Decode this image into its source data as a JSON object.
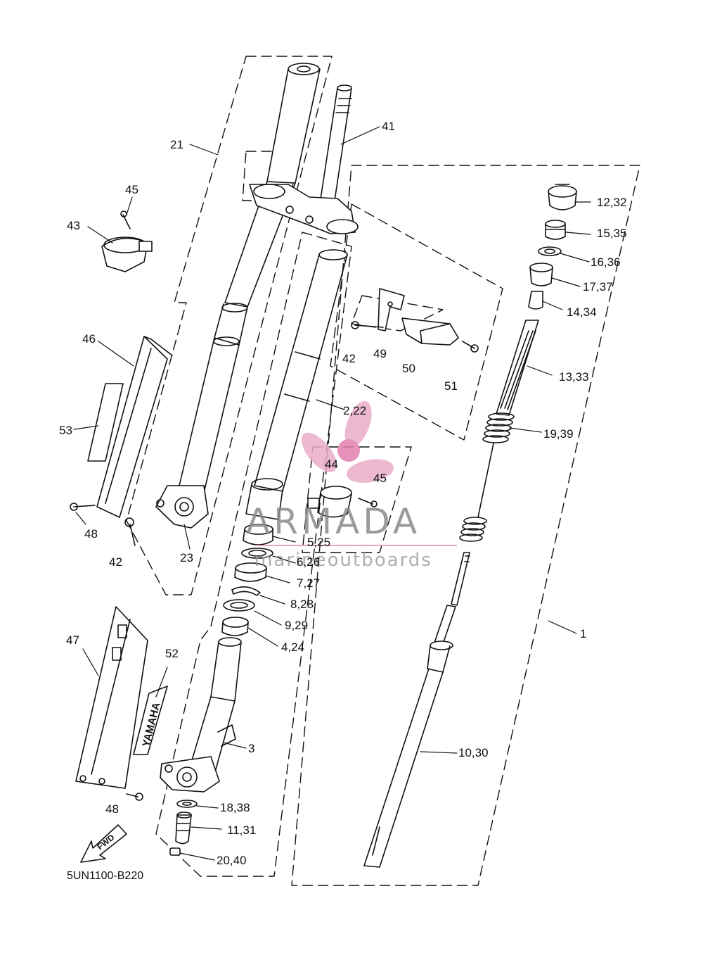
{
  "diagram": {
    "code": "5UN1100-B220",
    "fwd_label": "FWD",
    "decal_text": "YAMAHA"
  },
  "watermark": {
    "brand": "ARMADA",
    "tagline": "marineoutboards",
    "logo": "propeller-logo",
    "color": "#e8a0c4"
  },
  "callouts": [
    {
      "key": "c-21",
      "text": "21"
    },
    {
      "key": "c-41",
      "text": "41"
    },
    {
      "key": "c-45a",
      "text": "45"
    },
    {
      "key": "c-43",
      "text": "43"
    },
    {
      "key": "c-12-32",
      "text": "12,32"
    },
    {
      "key": "c-15-35",
      "text": "15,35"
    },
    {
      "key": "c-16-36",
      "text": "16,36"
    },
    {
      "key": "c-17-37",
      "text": "17,37"
    },
    {
      "key": "c-14-34",
      "text": "14,34"
    },
    {
      "key": "c-46",
      "text": "46"
    },
    {
      "key": "c-42a",
      "text": "42"
    },
    {
      "key": "c-49",
      "text": "49"
    },
    {
      "key": "c-50",
      "text": "50"
    },
    {
      "key": "c-51",
      "text": "51"
    },
    {
      "key": "c-13-33",
      "text": "13,33"
    },
    {
      "key": "c-53",
      "text": "53"
    },
    {
      "key": "c-2-22",
      "text": "2,22"
    },
    {
      "key": "c-19-39",
      "text": "19,39"
    },
    {
      "key": "c-44",
      "text": "44"
    },
    {
      "key": "c-45b",
      "text": "45"
    },
    {
      "key": "c-48a",
      "text": "48"
    },
    {
      "key": "c-5-25",
      "text": "5,25"
    },
    {
      "key": "c-42b",
      "text": "42"
    },
    {
      "key": "c-23",
      "text": "23"
    },
    {
      "key": "c-6-26",
      "text": "6,26"
    },
    {
      "key": "c-7-27",
      "text": "7,27"
    },
    {
      "key": "c-8-28",
      "text": "8,28"
    },
    {
      "key": "c-9-29",
      "text": "9,29"
    },
    {
      "key": "c-1",
      "text": "1"
    },
    {
      "key": "c-4-24",
      "text": "4,24"
    },
    {
      "key": "c-47",
      "text": "47"
    },
    {
      "key": "c-52",
      "text": "52"
    },
    {
      "key": "c-3",
      "text": "3"
    },
    {
      "key": "c-10-30",
      "text": "10,30"
    },
    {
      "key": "c-18-38",
      "text": "18,38"
    },
    {
      "key": "c-48b",
      "text": "48"
    },
    {
      "key": "c-11-31",
      "text": "11,31"
    },
    {
      "key": "c-20-40",
      "text": "20,40"
    }
  ]
}
